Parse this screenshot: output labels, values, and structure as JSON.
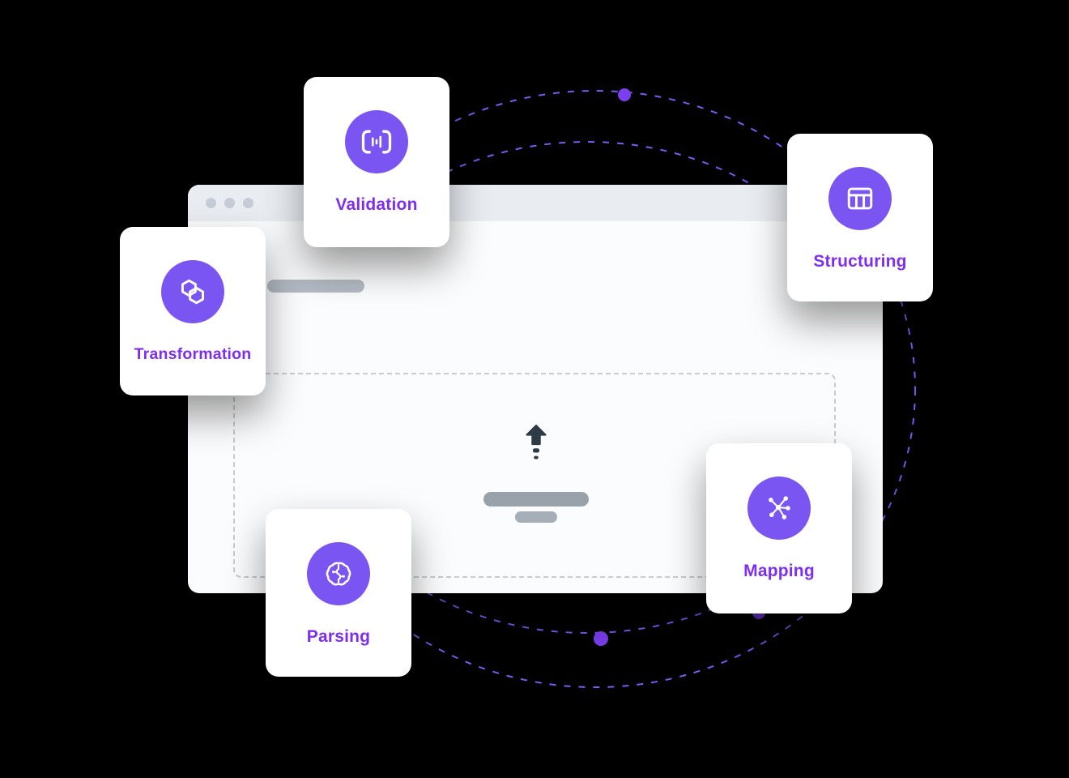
{
  "colors": {
    "background": "#000000",
    "card_background": "#ffffff",
    "icon_circle": "#7a55f2",
    "label_text": "#7d2ef2",
    "orbit_line": "#7b5af5",
    "orbit_dot": "#7c3ff0",
    "window_topbar": "#e9edf2",
    "window_body": "#fbfcfd",
    "window_control_dot": "#c5ccd6",
    "placeholder_bar": "#b4bbc4",
    "upload_text_bar": "#99a1ab",
    "upload_border_dashed": "#c7cbd0",
    "upload_arrow": "#2e3b47"
  },
  "cards": [
    {
      "label": "Validation",
      "icon": "barcode-scan-icon"
    },
    {
      "label": "Structuring",
      "icon": "table-icon"
    },
    {
      "label": "Transformation",
      "icon": "shape-transform-icon"
    },
    {
      "label": "Parsing",
      "icon": "brain-icon"
    },
    {
      "label": "Mapping",
      "icon": "network-graph-icon"
    }
  ],
  "window": {
    "control_dots": 3,
    "upload_zone": "dashed drop area with up arrow and text placeholder bars"
  }
}
